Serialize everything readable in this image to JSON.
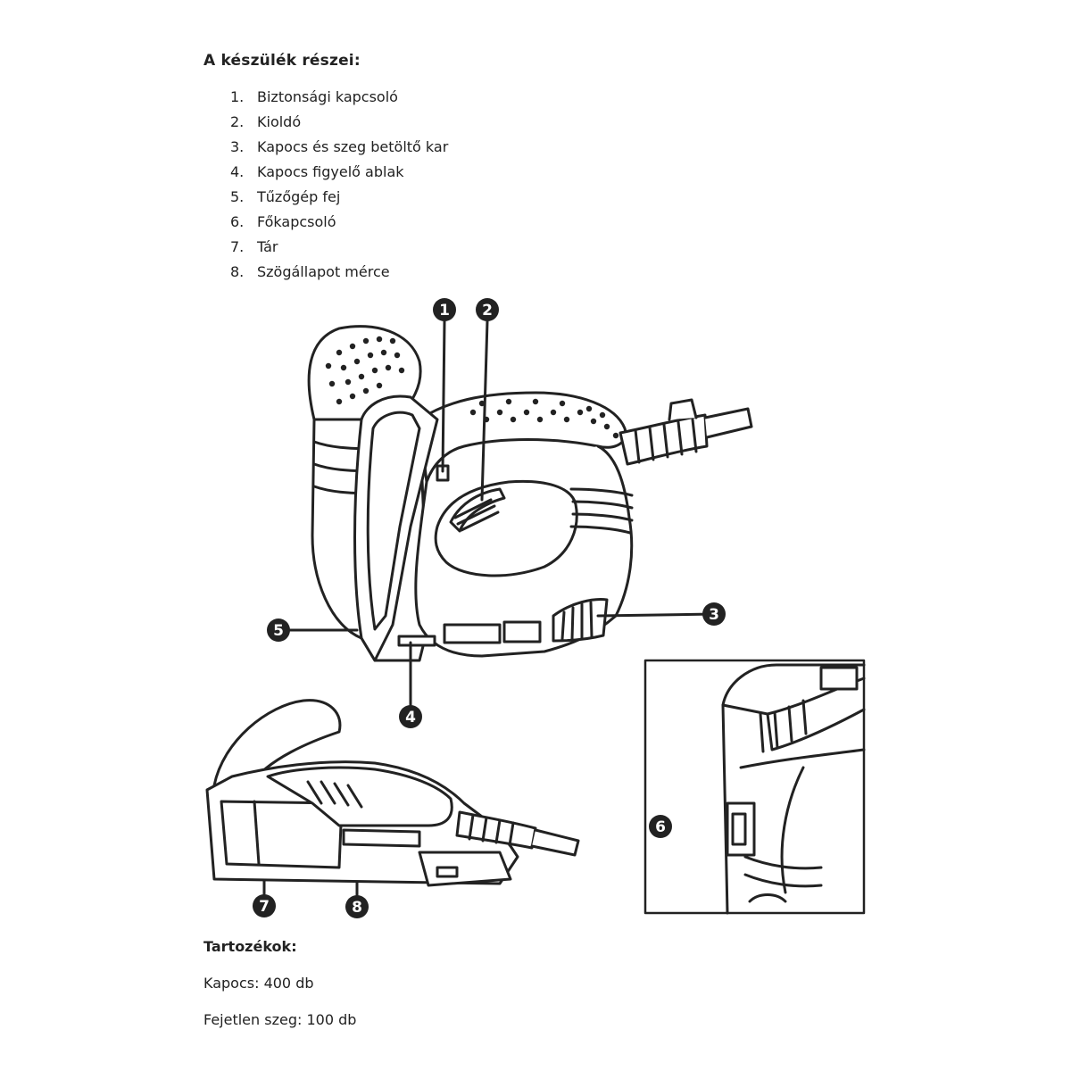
{
  "parts_heading": "A készülék részei:",
  "parts": [
    {
      "num": "1.",
      "label": "Biztonsági kapcsoló"
    },
    {
      "num": "2.",
      "label": "Kioldó"
    },
    {
      "num": "3.",
      "label": "Kapocs és szeg betöltő kar"
    },
    {
      "num": "4.",
      "label": "Kapocs figyelő ablak"
    },
    {
      "num": "5.",
      "label": "Tűzőgép fej"
    },
    {
      "num": "6.",
      "label": "Főkapcsoló"
    },
    {
      "num": "7.",
      "label": "Tár"
    },
    {
      "num": "8.",
      "label": "Szögállapot mérce"
    }
  ],
  "callouts": [
    "1",
    "2",
    "3",
    "4",
    "5",
    "6",
    "7",
    "8"
  ],
  "accessories_heading": "Tartozékok:",
  "accessories": [
    "Kapocs: 400 db",
    "Fejetlen szeg: 100 db"
  ]
}
